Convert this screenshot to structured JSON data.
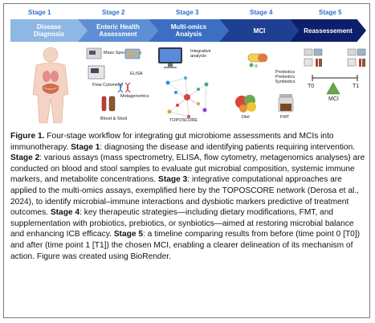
{
  "stages": [
    {
      "title": "Stage 1",
      "label": "Disease Diagnosis",
      "color": "#8fb7e3"
    },
    {
      "title": "Stage 2",
      "label": "Enteric Health Assessment",
      "color": "#5e8fd4"
    },
    {
      "title": "Stage 3",
      "label": "Multi-omics Analysis",
      "color": "#3c6fc3"
    },
    {
      "title": "Stage 4",
      "label": "MCI",
      "color": "#1f3f93"
    },
    {
      "title": "Stage 5",
      "label": "Reassessement",
      "color": "#0d1f6b"
    }
  ],
  "assays": {
    "mass_spec": "Mass Spectrometry",
    "elisa": "ELISA",
    "flow": "Flow Cytometry",
    "metagenomics": "Metagenomics",
    "blood_stool": "Blood & Stool"
  },
  "stage3": {
    "integrative": "Integrative analysis",
    "toposcore": "TOPOSCORE"
  },
  "stage4": {
    "biotics": [
      "Probiotics",
      "Prebiotics",
      "Synbiotics"
    ],
    "diet": "Diet",
    "fmt": "FMT"
  },
  "stage5": {
    "t0": "T0",
    "t1": "T1",
    "mci": "MCI"
  },
  "caption": {
    "fig_label": "Figure 1.",
    "intro": " Four-stage workflow for integrating gut microbiome assessments and MCIs into immunotherapy. ",
    "s1_label": "Stage 1",
    "s1_text": ": diagnosing the disease and identifying patients requiring intervention. ",
    "s2_label": "Stage 2",
    "s2_text": ": various assays (mass spectrometry, ELISA, flow cytometry, metagenomics analyses) are conducted on blood and stool samples to evaluate gut microbial composition, systemic immune markers, and metabolite concentrations. ",
    "s3_label": "Stage 3",
    "s3_text": ": integrative computational approaches are applied to the multi-omics assays, exemplified here by the TOPOSCORE network (Derosa et al., 2024), to identify microbial–immune interactions and dysbiotic markers predictive of treatment outcomes. ",
    "s4_label": "Stage 4",
    "s4_text": ": key therapeutic strategies—including dietary modifications, FMT, and supplementation with probiotics, prebiotics, or synbiotics—aimed at restoring microbial balance and enhancing ICB efficacy. ",
    "s5_label": "Stage 5",
    "s5_text": ": a timeline comparing results from before (time point 0 [T0]) and after (time point 1 [T1]) the chosen MCI, enabling a clearer delineation of its mechanism of action. Figure was created using BioRender."
  }
}
